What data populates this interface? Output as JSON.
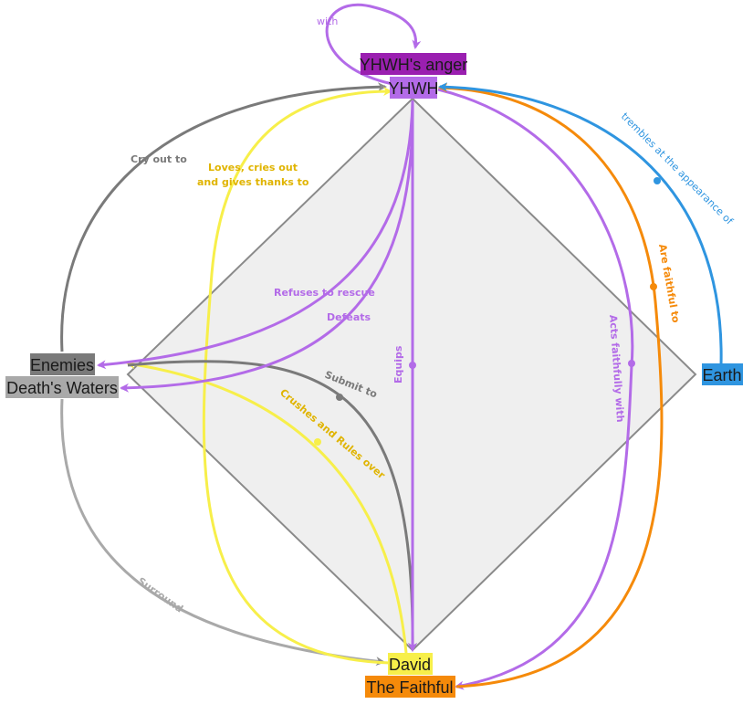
{
  "colors": {
    "purple": "#b36be8",
    "dark_purple": "#9a1fb0",
    "gray_dark": "#7a7a7a",
    "gray_light": "#a9a9a9",
    "yellow": "#f7ef4a",
    "orange": "#f58a0a",
    "blue": "#2f95e0",
    "diamond_fill": "#efefef",
    "diamond_stroke": "#8a8a8a"
  },
  "nodes": {
    "yhwh_anger": "YHWH's anger",
    "yhwh": "YHWH",
    "enemies": "Enemies",
    "deaths_waters": "Death's Waters",
    "earth": "Earth",
    "david": "David",
    "the_faithful": "The Faithful"
  },
  "edge_labels": {
    "with": "with",
    "cry_out_to": "Cry out to",
    "loves_line1": "Loves, cries out",
    "loves_line2": "and gives thanks to",
    "refuses_to_rescue": "Refuses to rescue",
    "defeats": "Defeats",
    "equips": "Equips",
    "submit_to": "Submit to",
    "crushes": "Crushes and Rules over",
    "acts_faithfully": "Acts faithfully with",
    "are_faithful": "Are faithful to",
    "trembles": "trembles at the appearance of",
    "surround": "Surround"
  }
}
